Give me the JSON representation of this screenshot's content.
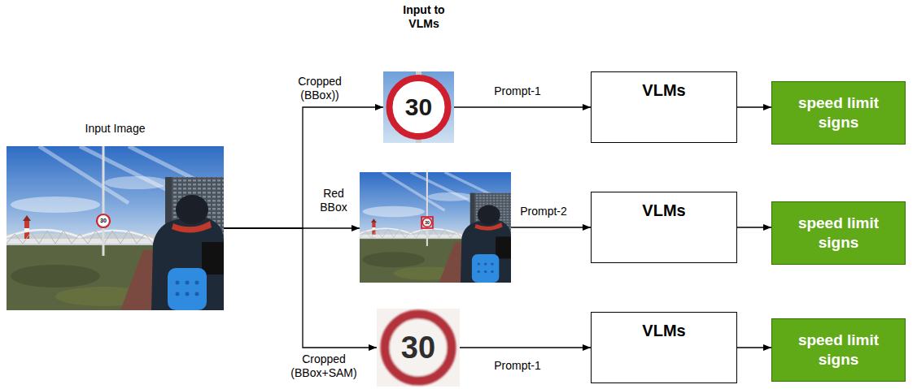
{
  "diagram": {
    "nodes": [
      {
        "text": [
          "Input Image",
          "30"
        ]
      },
      {
        "text": [
          "30"
        ]
      },
      {
        "text": [
          "VLMs"
        ]
      },
      {
        "text": [
          "speed limit signs"
        ]
      },
      {
        "text": [
          "30"
        ]
      },
      {
        "text": [
          "VLMs"
        ]
      },
      {
        "text": [
          "speed limit signs"
        ]
      },
      {
        "text": [
          "30"
        ]
      },
      {
        "text": [
          "VLMs"
        ]
      },
      {
        "text": [
          "speed limit signs"
        ]
      }
    ],
    "edges": [
      {
        "from": 0,
        "to": 1,
        "label": "Cropped (BBox))",
        "arrow": "to"
      },
      {
        "from": 0,
        "to": 4,
        "label": "Red BBox",
        "arrow": "to"
      },
      {
        "from": 0,
        "to": 7,
        "label": "Cropped (BBox+SAM)",
        "arrow": "to"
      },
      {
        "from": 1,
        "to": 2,
        "label": "Prompt-1",
        "arrow": "to"
      },
      {
        "from": 2,
        "to": 3,
        "arrow": "to"
      },
      {
        "from": 4,
        "to": 5,
        "label": "Prompt-2",
        "arrow": "to"
      },
      {
        "from": 5,
        "to": 6,
        "arrow": "to"
      },
      {
        "from": 7,
        "to": 8,
        "label": "Prompt-1",
        "arrow": "to"
      },
      {
        "from": 8,
        "to": 9,
        "arrow": "to"
      }
    ],
    "labels": [
      "Input to VLMs"
    ]
  }
}
